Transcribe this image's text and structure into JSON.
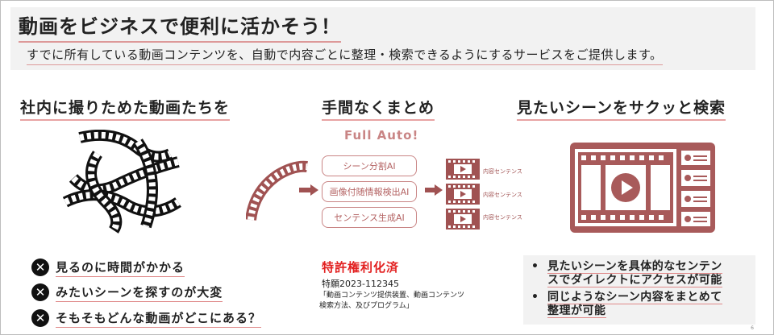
{
  "header": {
    "title": "動画をビジネスで便利に活かそう！",
    "subtitle": "すでに所有している動画コンテンツを、自動で内容ごとに整理・検索できるようにするサービスをご提供します。"
  },
  "columns": {
    "left_heading": "社内に撮りためた動画たちを",
    "middle_heading": "手間なくまとめ",
    "right_heading": "見たいシーンをサクッと検索"
  },
  "problems": [
    "見るのに時間がかかる",
    "みたいシーンを探すのが大変",
    "そもそもどんな動画がどこにある？"
  ],
  "process": {
    "full_auto": "Full Auto!",
    "steps": [
      "シーン分割AI",
      "画像付随情報検出AI",
      "センテンス生成AI"
    ],
    "outputs": [
      "内容センテンス",
      "内容センテンス",
      "内容センテンス"
    ]
  },
  "patent": {
    "title": "特許権利化済",
    "number": "特願2023-112345",
    "description": "「動画コンテンツ提供装置、動画コンテンツ\n検索方法、及びプログラム」"
  },
  "benefits": [
    {
      "line1": "見たいシーンを具体的なセンテン",
      "line2": "スでダイレクトにアクセスが可能"
    },
    {
      "line1": "同じようなシーン内容をまとめて",
      "line2": "整理が可能"
    }
  ],
  "page_number": "6",
  "colors": {
    "accent": "#c98585",
    "dark_accent": "#a05252",
    "red": "#e22020"
  },
  "icons": [
    "film-strip-icon",
    "arrow-right-icon",
    "play-icon",
    "video-player-icon",
    "close-icon"
  ]
}
